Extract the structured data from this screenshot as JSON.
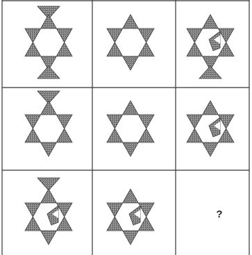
{
  "puzzle": {
    "rows": 3,
    "columns": 3,
    "missing_cell_label": "?",
    "colors": {
      "shape_fill": "#7d7d7d",
      "shape_stroke": "#3c3c3c",
      "grid_line": "#333333",
      "background": "#ffffff"
    },
    "cells": [
      {
        "row": 1,
        "col": 1,
        "figure": "hexagram-with-small-triangles-top-and-bottom"
      },
      {
        "row": 1,
        "col": 2,
        "figure": "hexagram"
      },
      {
        "row": 1,
        "col": 3,
        "figure": "hexagram-with-notch-and-bottom-triangle"
      },
      {
        "row": 2,
        "col": 1,
        "figure": "hexagram-with-small-triangle-top"
      },
      {
        "row": 2,
        "col": 2,
        "figure": "hexagram"
      },
      {
        "row": 2,
        "col": 3,
        "figure": "hexagram-with-notch"
      },
      {
        "row": 3,
        "col": 1,
        "figure": "hexagram-with-notch-and-top-triangle"
      },
      {
        "row": 3,
        "col": 2,
        "figure": "hexagram-with-notch"
      },
      {
        "row": 3,
        "col": 3,
        "figure": "missing"
      }
    ]
  }
}
